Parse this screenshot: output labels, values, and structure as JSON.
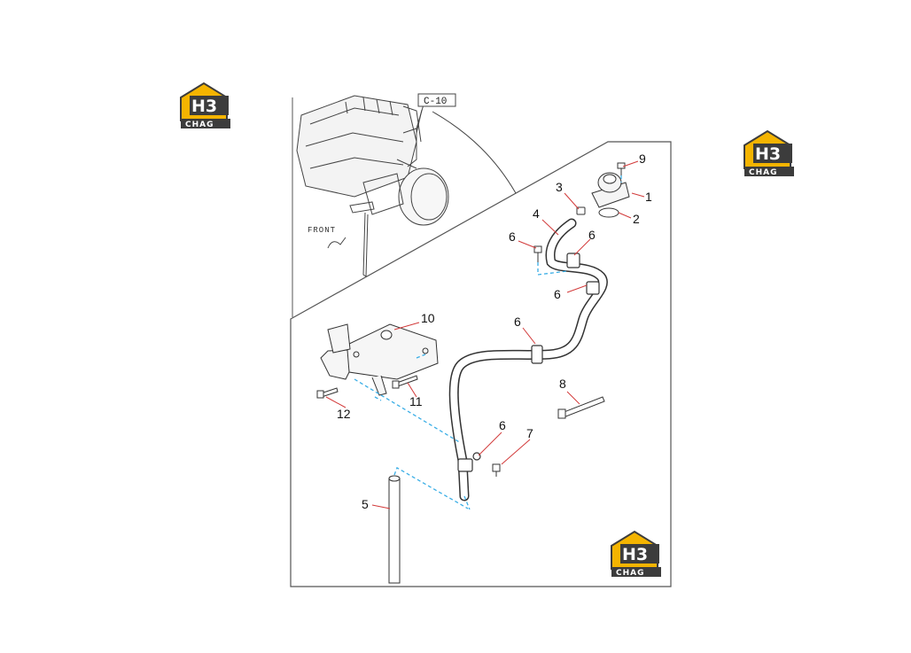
{
  "reference_box": {
    "label": "C-10"
  },
  "front_label": "FRONT",
  "logo": {
    "brand_top": "H3",
    "brand_bottom": "CHAG"
  },
  "colors": {
    "leader": "#d23a3a",
    "dash": "#3aaee6",
    "line": "#333333",
    "logo_yellow": "#f4b400",
    "logo_dark": "#3c3c3c"
  },
  "callouts": [
    {
      "n": "1"
    },
    {
      "n": "2"
    },
    {
      "n": "3"
    },
    {
      "n": "4"
    },
    {
      "n": "5"
    },
    {
      "n": "6"
    },
    {
      "n": "6"
    },
    {
      "n": "6"
    },
    {
      "n": "6"
    },
    {
      "n": "6"
    },
    {
      "n": "7"
    },
    {
      "n": "8"
    },
    {
      "n": "9"
    },
    {
      "n": "10"
    },
    {
      "n": "11"
    },
    {
      "n": "12"
    }
  ]
}
